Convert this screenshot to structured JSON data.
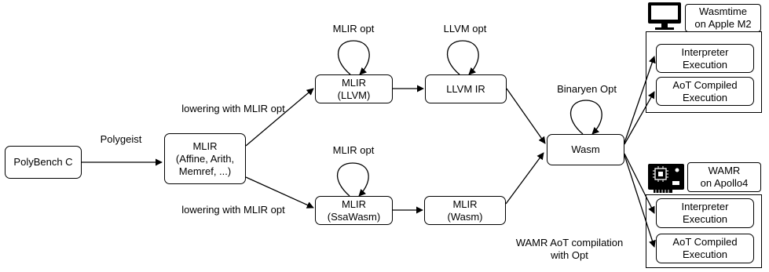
{
  "nodes": {
    "polybench": "PolyBench C",
    "mlir_affine": "MLIR\n(Affine, Arith,\nMemref, ...)",
    "mlir_llvm": "MLIR\n(LLVM)",
    "llvm_ir": "LLVM IR",
    "mlir_ssawasm": "MLIR\n(SsaWasm)",
    "mlir_wasm": "MLIR\n(Wasm)",
    "wasm": "Wasm",
    "wasmtime_interp": "Interpreter\nExecution",
    "wasmtime_aot": "AoT Compiled\nExecution",
    "wamr_interp": "Interpreter\nExecution",
    "wamr_aot": "AoT Compiled\nExecution"
  },
  "labels": {
    "polygeist": "Polygeist",
    "lowering_top": "lowering with MLIR opt",
    "lowering_bottom": "lowering with MLIR opt",
    "mlir_opt_top": "MLIR opt",
    "llvm_opt": "LLVM opt",
    "mlir_opt_bottom": "MLIR opt",
    "binaryen_opt": "Binaryen Opt",
    "wamr_aot_compilation": "WAMR AoT compilation\nwith Opt"
  },
  "platforms": {
    "wasmtime": "Wasmtime\non Apple M2",
    "wamr": "WAMR\non Apollo4"
  },
  "icons": {
    "wasmtime": "monitor-icon",
    "wamr": "microcontroller-board-icon"
  }
}
